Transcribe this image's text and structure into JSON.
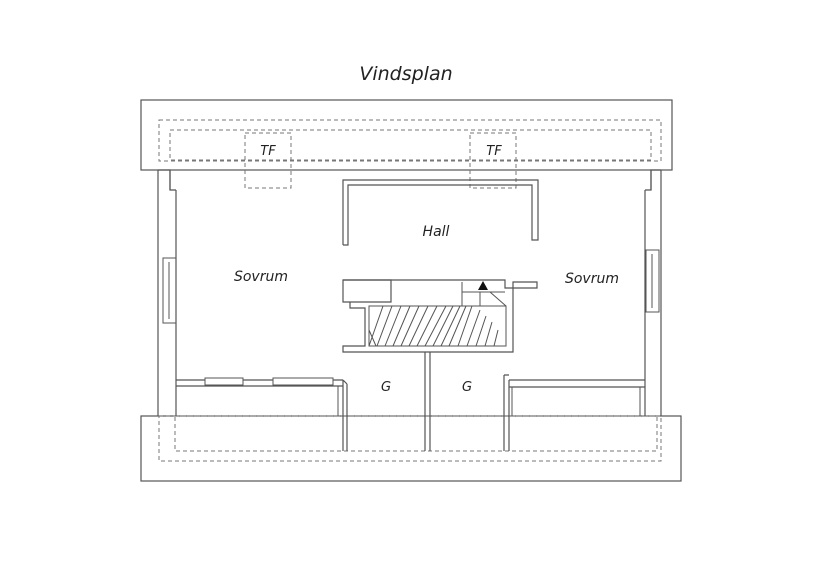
{
  "title": "Vindsplan",
  "labels": {
    "tf_left": "TF",
    "tf_right": "TF",
    "hall": "Hall",
    "bedroom_left": "Sovrum",
    "bedroom_right": "Sovrum",
    "storage_left": "G",
    "storage_right": "G"
  },
  "colors": {
    "line": "#555555",
    "dashed": "#777777",
    "text": "#222222"
  }
}
